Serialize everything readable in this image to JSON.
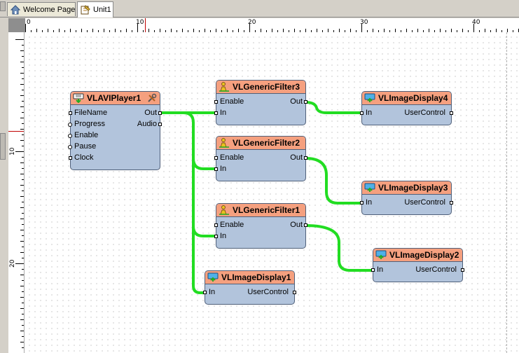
{
  "tabs": [
    {
      "label": "Welcome Page",
      "icon": "home-icon",
      "active": false
    },
    {
      "label": "Unit1",
      "icon": "unit-icon",
      "active": true
    }
  ],
  "ruler": {
    "horizontal_labels": [
      "0",
      "10",
      "20",
      "30",
      "40"
    ],
    "vertical_labels": [
      "10",
      "20"
    ]
  },
  "colors": {
    "header": "#f5a07f",
    "body": "#b2c4dc",
    "wire": "#22dd22",
    "ruler_marker": "#c00000"
  },
  "components": {
    "player": {
      "title": "VLAVIPlayer1",
      "icon": "video-player-icon",
      "inputs": [
        "FileName",
        "Progress",
        "Enable",
        "Pause",
        "Clock"
      ],
      "outputs": [
        "Out",
        "Audio"
      ]
    },
    "filter3": {
      "title": "VLGenericFilter3",
      "icon": "filter-person-icon",
      "inputs": [
        "Enable",
        "In"
      ],
      "outputs": [
        "Out"
      ]
    },
    "filter2": {
      "title": "VLGenericFilter2",
      "icon": "filter-person-icon",
      "inputs": [
        "Enable",
        "In"
      ],
      "outputs": [
        "Out"
      ]
    },
    "filter1": {
      "title": "VLGenericFilter1",
      "icon": "filter-person-icon",
      "inputs": [
        "Enable",
        "In"
      ],
      "outputs": [
        "Out"
      ]
    },
    "display4": {
      "title": "VLImageDisplay4",
      "icon": "image-display-icon",
      "inputs": [
        "In"
      ],
      "outputs": [
        "UserControl"
      ]
    },
    "display3": {
      "title": "VLImageDisplay3",
      "icon": "image-display-icon",
      "inputs": [
        "In"
      ],
      "outputs": [
        "UserControl"
      ]
    },
    "display2": {
      "title": "VLImageDisplay2",
      "icon": "image-display-icon",
      "inputs": [
        "In"
      ],
      "outputs": [
        "UserControl"
      ]
    },
    "display1": {
      "title": "VLImageDisplay1",
      "icon": "image-display-icon",
      "inputs": [
        "In"
      ],
      "outputs": [
        "UserControl"
      ]
    }
  }
}
